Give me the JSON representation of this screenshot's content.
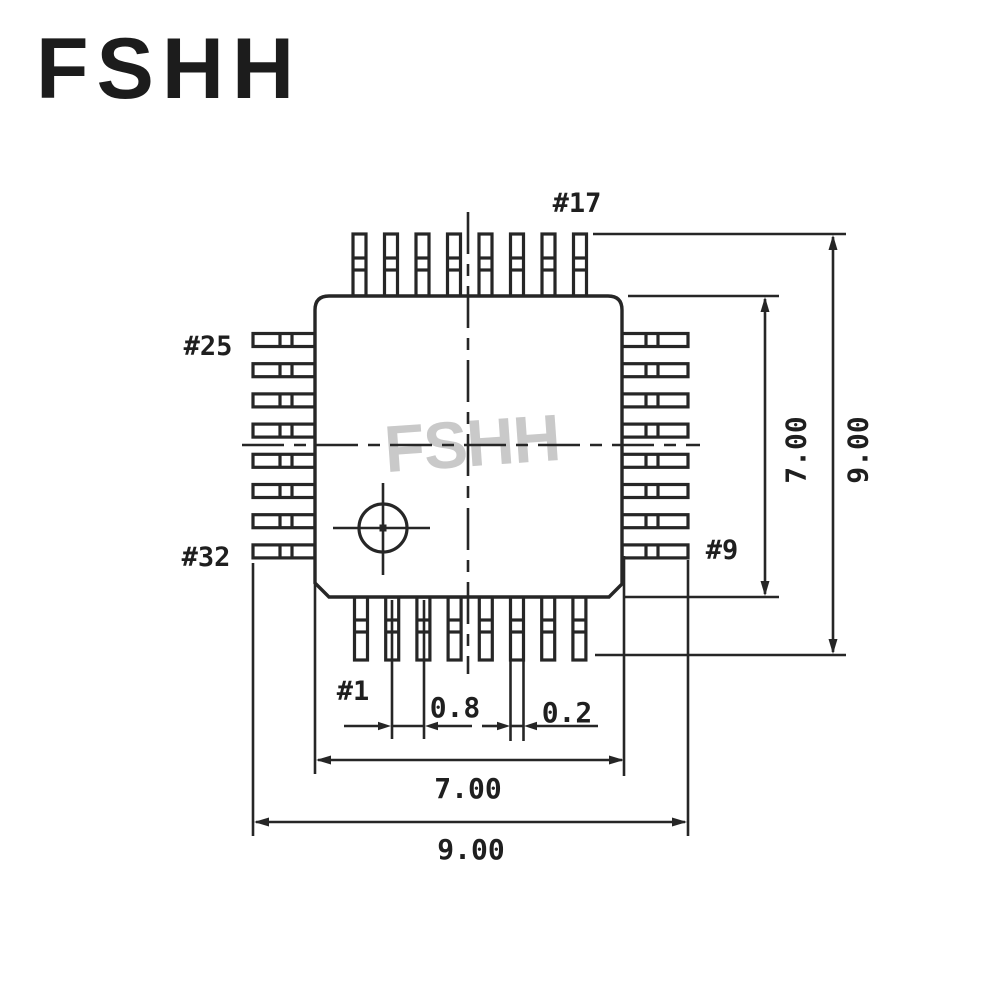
{
  "header": {
    "logo_text": "FSHH"
  },
  "diagram": {
    "watermark_text": "FSHH",
    "pin_labels": {
      "pin_17": "#17",
      "pin_25": "#25",
      "pin_32": "#32",
      "pin_9": "#9",
      "pin_1": "#1"
    },
    "dimensions": {
      "pin_pitch": "0.8",
      "lead_width": "0.2",
      "body_width": "7.00",
      "body_height": "7.00",
      "overall_width": "9.00",
      "overall_height": "9.00"
    },
    "package": {
      "pins_per_side": 8,
      "total_pins": 32
    },
    "colors": {
      "line": "#262626",
      "watermark": "#c9c9c9",
      "background": "#ffffff"
    }
  }
}
